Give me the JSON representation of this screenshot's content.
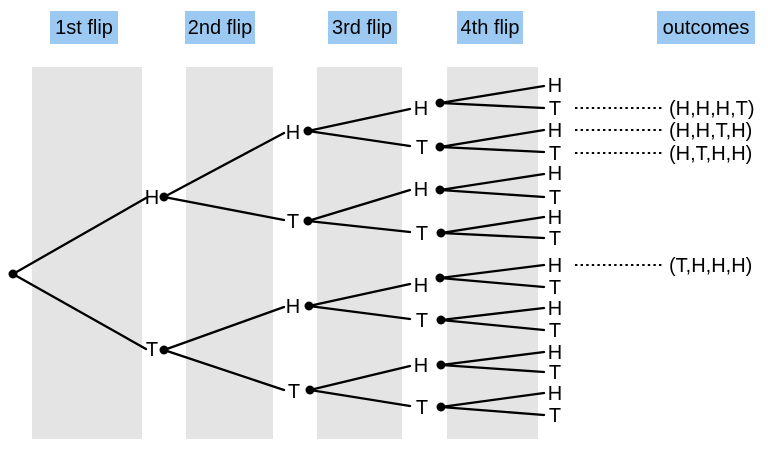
{
  "headers": [
    "1st flip",
    "2nd flip",
    "3rd flip",
    "4th flip",
    "outcomes"
  ],
  "tree": {
    "flip1": [
      "H",
      "T"
    ],
    "flip2": [
      "H",
      "T",
      "H",
      "T"
    ],
    "flip3": [
      "H",
      "T",
      "H",
      "T",
      "H",
      "T",
      "H",
      "T"
    ],
    "flip4": [
      "H",
      "T",
      "H",
      "T",
      "H",
      "T",
      "H",
      "T",
      "H",
      "T",
      "H",
      "T",
      "H",
      "T",
      "H",
      "T"
    ],
    "outcomes": [
      "(H,H,H,T)",
      "(H,H,T,H)",
      "(H,T,H,H)",
      "(T,H,H,H)"
    ]
  },
  "colors": {
    "header_bg": "#9cc9f2",
    "band_bg": "#e4e4e4",
    "line": "#000000",
    "text": "#000000",
    "background": "#ffffff"
  }
}
